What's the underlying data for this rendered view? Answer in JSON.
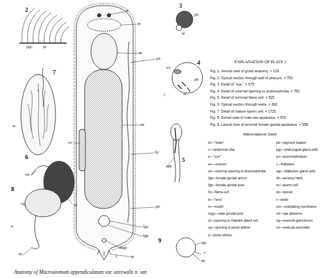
{
  "diagram": {
    "title": "EXPLANATION OF PLATE 1",
    "caption": "Anatomy of Macrostomum appendiculatum var. stirewalti n. var.",
    "labels": [
      "2",
      "pgc",
      "pc",
      "3",
      "pb",
      "le",
      "e",
      "br",
      "m",
      "pn",
      "4",
      "eo",
      "pn",
      "r",
      "or",
      "sc",
      "7",
      "t",
      "6",
      "en",
      "ov",
      "flc",
      "um",
      "5",
      "pn",
      "vd",
      "8",
      "vs",
      "vg",
      "p",
      "op",
      "fga",
      "fgp",
      "9",
      "sgc",
      "c",
      "sh",
      "mgp",
      "sp",
      "1",
      "Fig. 1. Ventral view of gross anatomy. × 120.",
      "Fig. 2. Optical section through wall of pharynx. × 750.",
      "Fig. 3. Detail of \"eye.\" × 675.",
      "Fig. 4. Detail of external opening to protonephridia. × 750.",
      "Fig. 5. Detail of terminal flame cell. × 525.",
      "Fig. 6. Optical section through testis. × 300.",
      "Fig. 7. Detail of mature sperm cell. × 1725.",
      "Fig. 8. Dorsal view of male sex apparatus. × 675.",
      "Fig. 9. Lateral view of terminal female genital apparatus. × 558.",
      "Abbreviations Used",
      "br—\"brain\"",
      "c—epidermal cilia",
      "e—\"eye\"",
      "en—enteron",
      "eo—external opening to protonephridia",
      "fga—female genital atrium",
      "fgp—female genital pore",
      "flc—flame cell",
      "le—\"lens\"",
      "m—mouth",
      "mgp—male genital pore",
      "or—opening to rhabdite gland cell",
      "op—opening to penis stilette",
      "p—penis stilette",
      "pb—pigment beaker",
      "pgc—pharyngeal gland cells",
      "pn—protonephridium",
      "r—rhabdites",
      "sgc—Stäbchen gland cells",
      "sh—sensory hairs",
      "sc—sperm cell",
      "sp—spines",
      "t—testis",
      "um—undulating membrane",
      "vd—vas deferens",
      "vg—vesicula granulorum",
      "vs—vesicula seminalis"
    ]
  }
}
